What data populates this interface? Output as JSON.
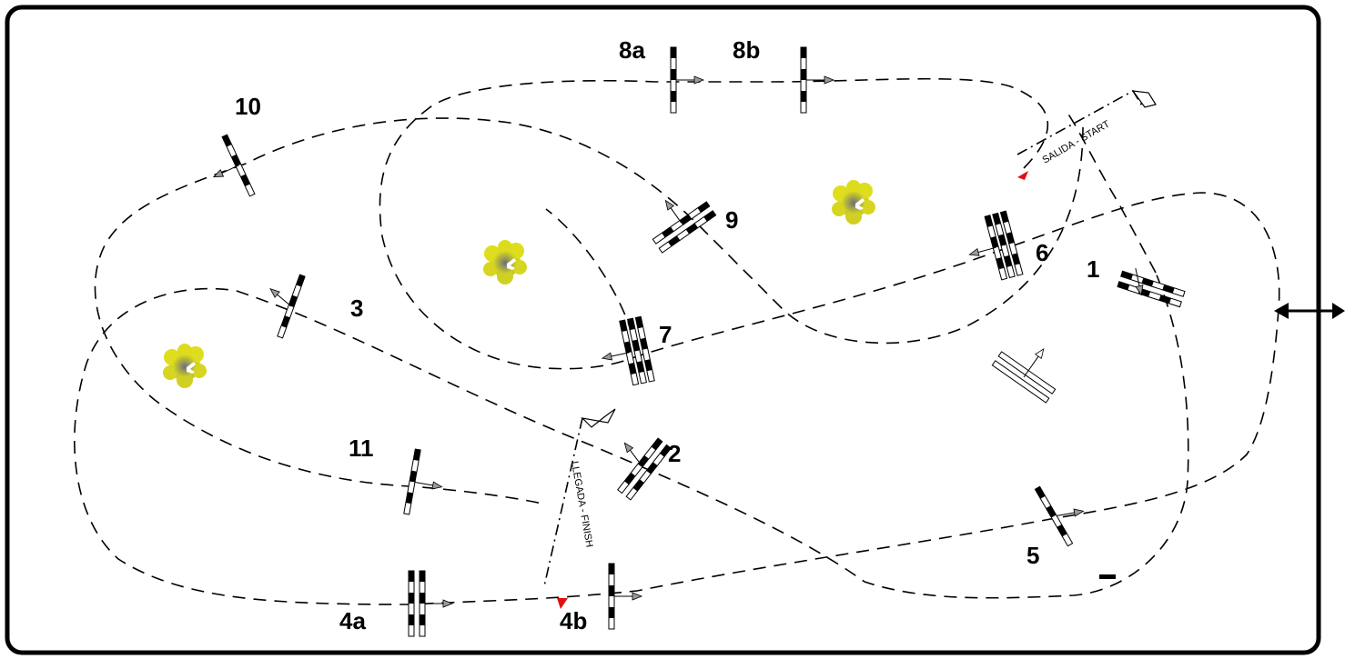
{
  "obstacles": [
    {
      "id": "1",
      "label": "1"
    },
    {
      "id": "2",
      "label": "2"
    },
    {
      "id": "3",
      "label": "3"
    },
    {
      "id": "4a",
      "label": "4a"
    },
    {
      "id": "4b",
      "label": "4b"
    },
    {
      "id": "5",
      "label": "5"
    },
    {
      "id": "6",
      "label": "6"
    },
    {
      "id": "7",
      "label": "7"
    },
    {
      "id": "8a",
      "label": "8a"
    },
    {
      "id": "8b",
      "label": "8b"
    },
    {
      "id": "9",
      "label": "9"
    },
    {
      "id": "10",
      "label": "10"
    },
    {
      "id": "11",
      "label": "11"
    }
  ],
  "start_line": {
    "label": "SALIDA - START"
  },
  "finish_line": {
    "label": "LLEGADA - FINISH"
  },
  "colors": {
    "border": "#000000",
    "path": "#000000",
    "tree_outer": "#d4d41a",
    "tree_inner": "#7a7a8a",
    "marker": "#e01010"
  }
}
